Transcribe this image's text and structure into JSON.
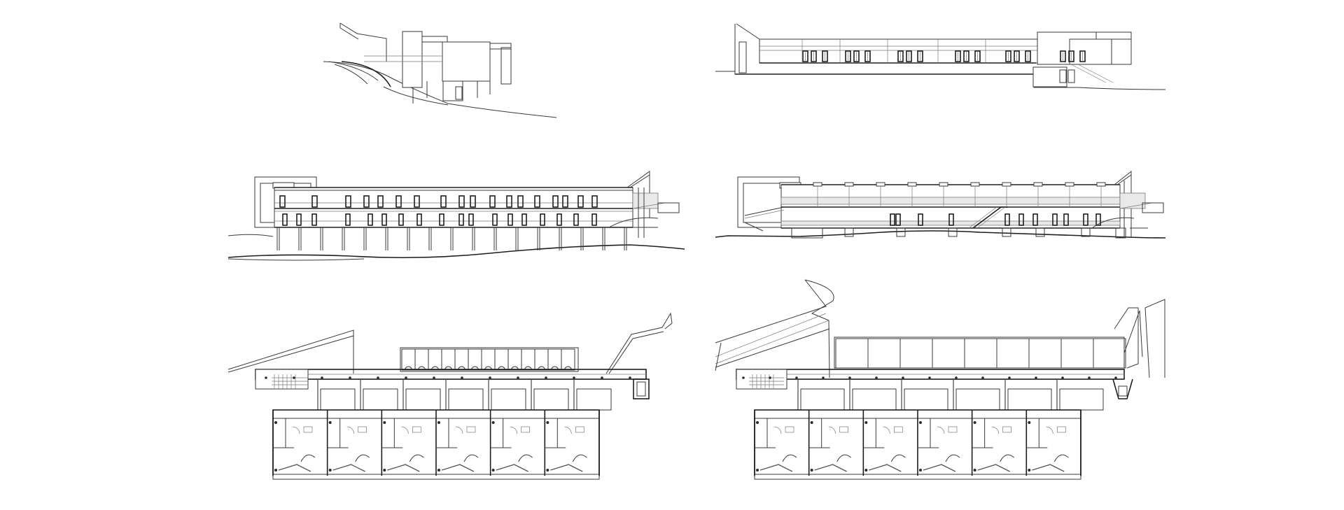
{
  "sheet": {
    "background": "#ffffff",
    "line_color": "#3a3a3a",
    "drawing_type": "architectural elevations, sections and floor plans"
  },
  "drawings": [
    {
      "id": "elevation-side",
      "kind": "side elevation"
    },
    {
      "id": "section-longitudinal-top",
      "kind": "longitudinal section"
    },
    {
      "id": "elevation-front",
      "kind": "front elevation"
    },
    {
      "id": "section-longitudinal-middle",
      "kind": "longitudinal section"
    },
    {
      "id": "plan-lower-floor",
      "kind": "floor plan"
    },
    {
      "id": "plan-upper-floor",
      "kind": "floor plan"
    }
  ]
}
